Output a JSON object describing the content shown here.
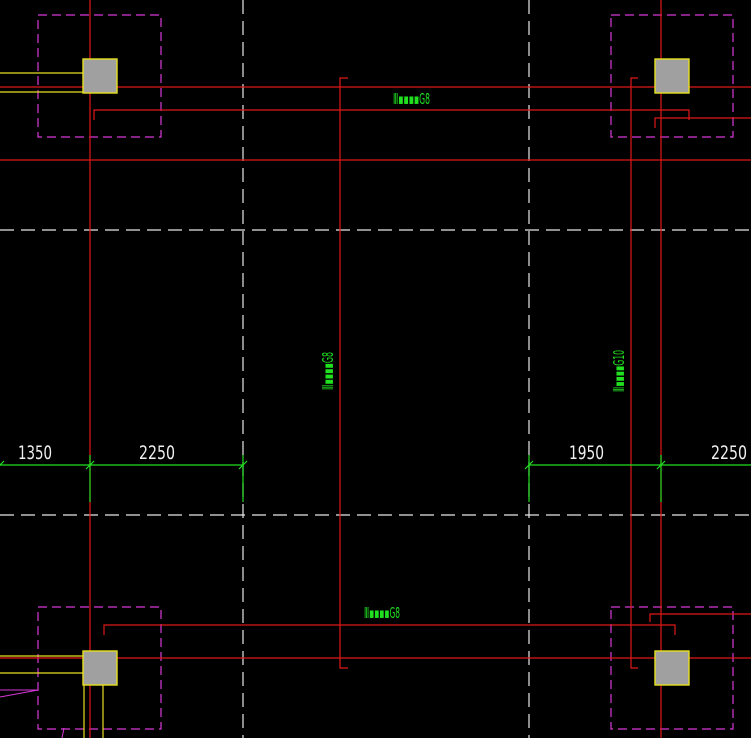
{
  "drawing": {
    "background": "#000000",
    "colors": {
      "grid_line": "#e8e8e8",
      "beam_line": "#e01818",
      "column_outline": "#d838d8",
      "column_fill": "#a0a0a0",
      "column_edge": "#e8e020",
      "dimension": "#20e020",
      "dimension_text": "#f0f0f0",
      "annotation": "#20e020"
    },
    "dimensions": {
      "left_1": "1350",
      "left_2": "2250",
      "right_1": "1950",
      "right_2": "2250"
    },
    "annotations": {
      "top_beam": "Ⅲ▪▪▪▪G8",
      "bottom_beam": "Ⅲ▪▪▪▪G8",
      "mid_left_beam": "Ⅲ▪▪▪▪G8",
      "mid_right_beam": "Ⅲ▪▪▪▪G10"
    }
  }
}
